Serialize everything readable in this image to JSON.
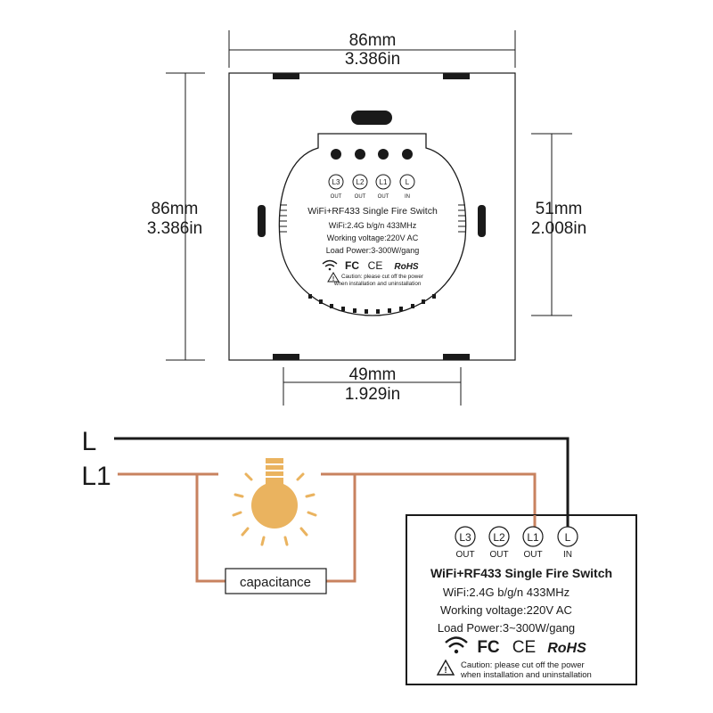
{
  "top_dims": {
    "width_mm": "86mm",
    "width_in": "3.386in",
    "height_mm": "86mm",
    "height_in": "3.386in",
    "right_mm": "51mm",
    "right_in": "2.008in",
    "bottom_mm": "49mm",
    "bottom_in": "1.929in"
  },
  "module_small": {
    "terminals": [
      {
        "code": "L3",
        "sub": "OUT"
      },
      {
        "code": "L2",
        "sub": "OUT"
      },
      {
        "code": "L1",
        "sub": "OUT"
      },
      {
        "code": "L",
        "sub": "IN"
      }
    ],
    "title": "WiFi+RF433 Single Fire Switch",
    "wifi": "WiFi:2.4G b/g/n 433MHz",
    "voltage": "Working voltage:220V AC",
    "load": "Load Power:3-300W/gang",
    "fc": "FC",
    "ce": "CE",
    "rohs": "RoHS",
    "caution1": "Caution: please cut off the power",
    "caution2": "when installation and uninstallation"
  },
  "wiring": {
    "line_L": "L",
    "line_L1": "L1",
    "capacitance": "capacitance"
  },
  "module_large": {
    "terminals": [
      {
        "code": "L3",
        "sub": "OUT"
      },
      {
        "code": "L2",
        "sub": "OUT"
      },
      {
        "code": "L1",
        "sub": "OUT"
      },
      {
        "code": "L",
        "sub": "IN"
      }
    ],
    "title": "WiFi+RF433 Single Fire Switch",
    "wifi": "WiFi:2.4G b/g/n 433MHz",
    "voltage": "Working voltage:220V AC",
    "load": "Load Power:3~300W/gang",
    "fc": "FC",
    "ce": "CE",
    "rohs": "RoHS",
    "caution1": "Caution: please cut off the power",
    "caution2": "when installation and uninstallation"
  },
  "colors": {
    "line": "#1a1a1a",
    "wire_live": "#1a1a1a",
    "wire_load": "#c8825f",
    "bulb": "#eab35f"
  }
}
